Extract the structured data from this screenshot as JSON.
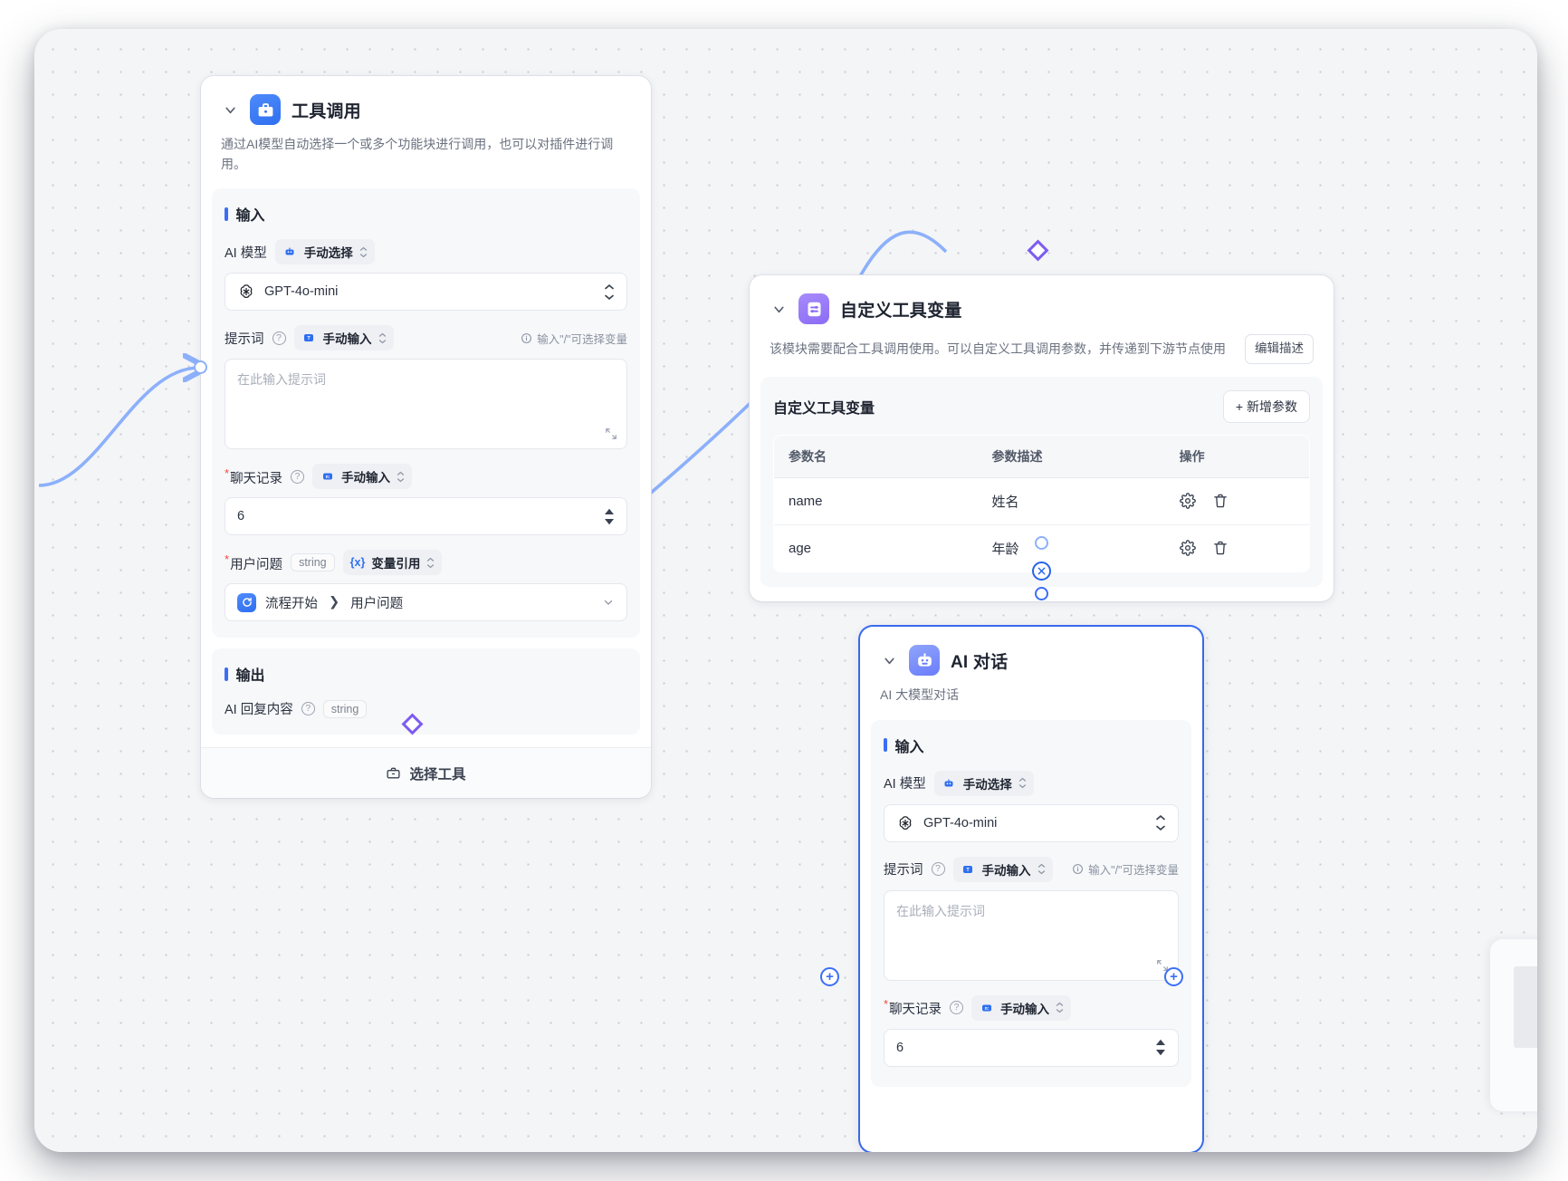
{
  "canvas": {
    "grid": true,
    "background": "#f4f5f7",
    "accent": "#3b6ef6",
    "purple_accent": "#7c5cf0"
  },
  "nodes": [
    {
      "id": "tool-call",
      "title": "工具调用",
      "description": "通过AI模型自动选择一个或多个功能块进行调用，也可以对插件进行调用。",
      "icon": "toolbox-icon",
      "sections": {
        "input_title": "输入",
        "output_title": "输出"
      },
      "fields": {
        "model_label": "AI 模型",
        "model_mode": "手动选择",
        "model_value": "GPT-4o-mini",
        "prompt_label": "提示词",
        "prompt_mode": "手动输入",
        "prompt_hint": "输入\"/\"可选择变量",
        "prompt_placeholder": "在此输入提示词",
        "history_label": "聊天记录",
        "history_mode": "手动输入",
        "history_value": "6",
        "question_label": "用户问题",
        "question_type": "string",
        "question_mode": "变量引用",
        "question_ref_node": "流程开始",
        "question_ref_field": "用户问题",
        "output_label": "AI 回复内容",
        "output_type": "string"
      },
      "footer_button": "选择工具"
    },
    {
      "id": "custom-tool-vars",
      "title": "自定义工具变量",
      "description": "该模块需要配合工具调用使用。可以自定义工具调用参数，并传递到下游节点使用",
      "icon": "sliders-icon",
      "edit_desc_button": "编辑描述",
      "panel_title": "自定义工具变量",
      "add_param_button": "+ 新增参数",
      "table": {
        "columns": [
          "参数名",
          "参数描述",
          "操作"
        ],
        "rows": [
          {
            "name": "name",
            "desc": "姓名",
            "actions": [
              "gear-icon",
              "trash-icon"
            ]
          },
          {
            "name": "age",
            "desc": "年龄",
            "actions": [
              "gear-icon",
              "trash-icon"
            ]
          }
        ]
      }
    },
    {
      "id": "ai-chat",
      "title": "AI 对话",
      "description": "AI 大模型对话",
      "icon": "robot-icon",
      "selected": true,
      "sections": {
        "input_title": "输入"
      },
      "fields": {
        "model_label": "AI 模型",
        "model_mode": "手动选择",
        "model_value": "GPT-4o-mini",
        "prompt_label": "提示词",
        "prompt_mode": "手动输入",
        "prompt_hint": "输入\"/\"可选择变量",
        "prompt_placeholder": "在此输入提示词",
        "history_label": "聊天记录",
        "history_mode": "手动输入",
        "history_value": "6"
      }
    }
  ]
}
